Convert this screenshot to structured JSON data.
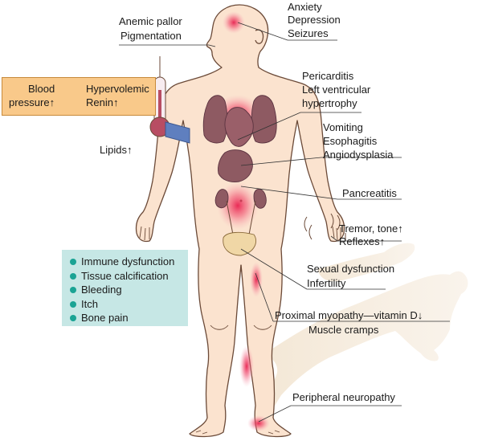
{
  "labels": {
    "anemic": "Anemic pallor",
    "pigmentation": "Pigmentation",
    "anxiety": "Anxiety",
    "depression": "Depression",
    "seizures": "Seizures",
    "pericarditis": "Pericarditis",
    "lv_hypertrophy_1": "Left ventricular",
    "lv_hypertrophy_2": "hypertrophy",
    "vomiting": "Vomiting",
    "esophagitis": "Esophagitis",
    "angiodysplasia": "Angiodysplasia",
    "pancreatitis": "Pancreatitis",
    "tremor": "Tremor, tone↑",
    "reflexes": "Reflexes↑",
    "sexual_dysfunction": "Sexual dysfunction",
    "infertility": "Infertility",
    "proximal_myopathy": "Proximal myopathy—vitamin D↓",
    "muscle_cramps": "Muscle cramps",
    "peripheral_neuropathy": "Peripheral neuropathy",
    "lipids": "Lipids↑"
  },
  "blood_pressure_box": {
    "blood": "Blood",
    "pressure": "pressure↑",
    "hypervolemic": "Hypervolemic",
    "renin": "Renin↑"
  },
  "systemic_box": {
    "items": [
      "Immune dysfunction",
      "Tissue calcification",
      "Bleeding",
      "Itch",
      "Bone pain"
    ]
  },
  "colors": {
    "skin": "#fbe3cf",
    "skin_outline": "#6b4a38",
    "organ": "#8e5a62",
    "organ_highlight": "#e8214f",
    "shadow": "#f1e1cb",
    "bp_box": "#f9c98a",
    "systemic_box": "#c6e7e5",
    "bullet": "#1aa394",
    "cuff": "#5f7fbf"
  }
}
